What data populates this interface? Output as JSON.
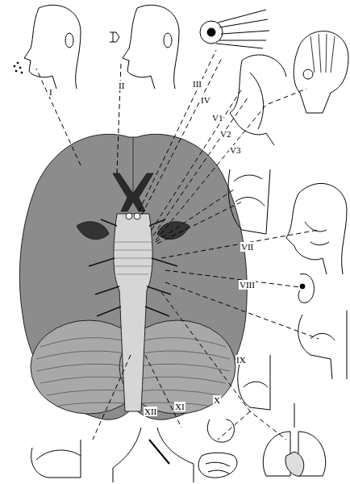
{
  "diagram": {
    "labels": [
      "I",
      "II",
      "III",
      "IV",
      "V1",
      "V2",
      "V3",
      "VII",
      "VIII",
      "IX",
      "X",
      "XII",
      "XI"
    ]
  }
}
